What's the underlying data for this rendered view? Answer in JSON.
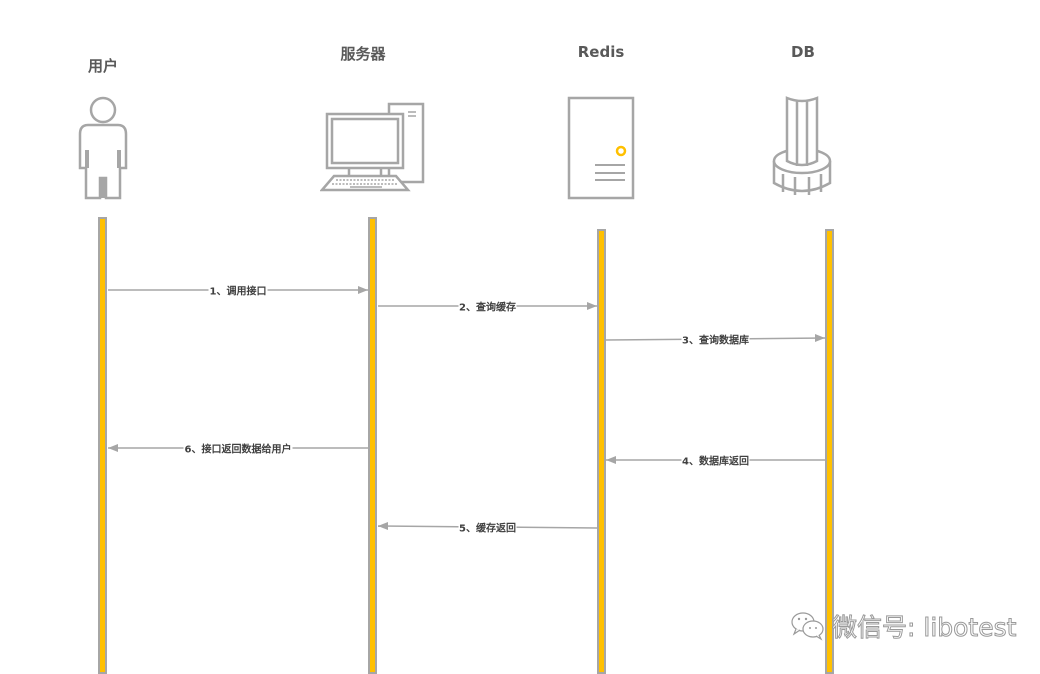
{
  "actors": [
    {
      "id": "user",
      "title": "用户",
      "icon": "person-icon"
    },
    {
      "id": "server",
      "title": "服务器",
      "icon": "computer-icon"
    },
    {
      "id": "redis",
      "title": "Redis",
      "icon": "server-box-icon"
    },
    {
      "id": "db",
      "title": "DB",
      "icon": "database-icon"
    }
  ],
  "messages": [
    {
      "label": "1、调用接口",
      "from": "user",
      "to": "server",
      "order": 1
    },
    {
      "label": "2、查询缓存",
      "from": "server",
      "to": "redis",
      "order": 2
    },
    {
      "label": "3、查询数据库",
      "from": "redis",
      "to": "db",
      "order": 3
    },
    {
      "label": "6、接口返回数据给用户",
      "from": "server",
      "to": "user",
      "order": 6
    },
    {
      "label": "4、数据库返回",
      "from": "db",
      "to": "redis",
      "order": 4
    },
    {
      "label": "5、缓存返回",
      "from": "redis",
      "to": "server",
      "order": 5
    }
  ],
  "watermark": {
    "text": "微信号: libotest",
    "icon": "wechat-icon"
  },
  "colors": {
    "lifeline": "#FFC000",
    "stroke": "#A6A6A6",
    "accent": "#FFC000"
  }
}
